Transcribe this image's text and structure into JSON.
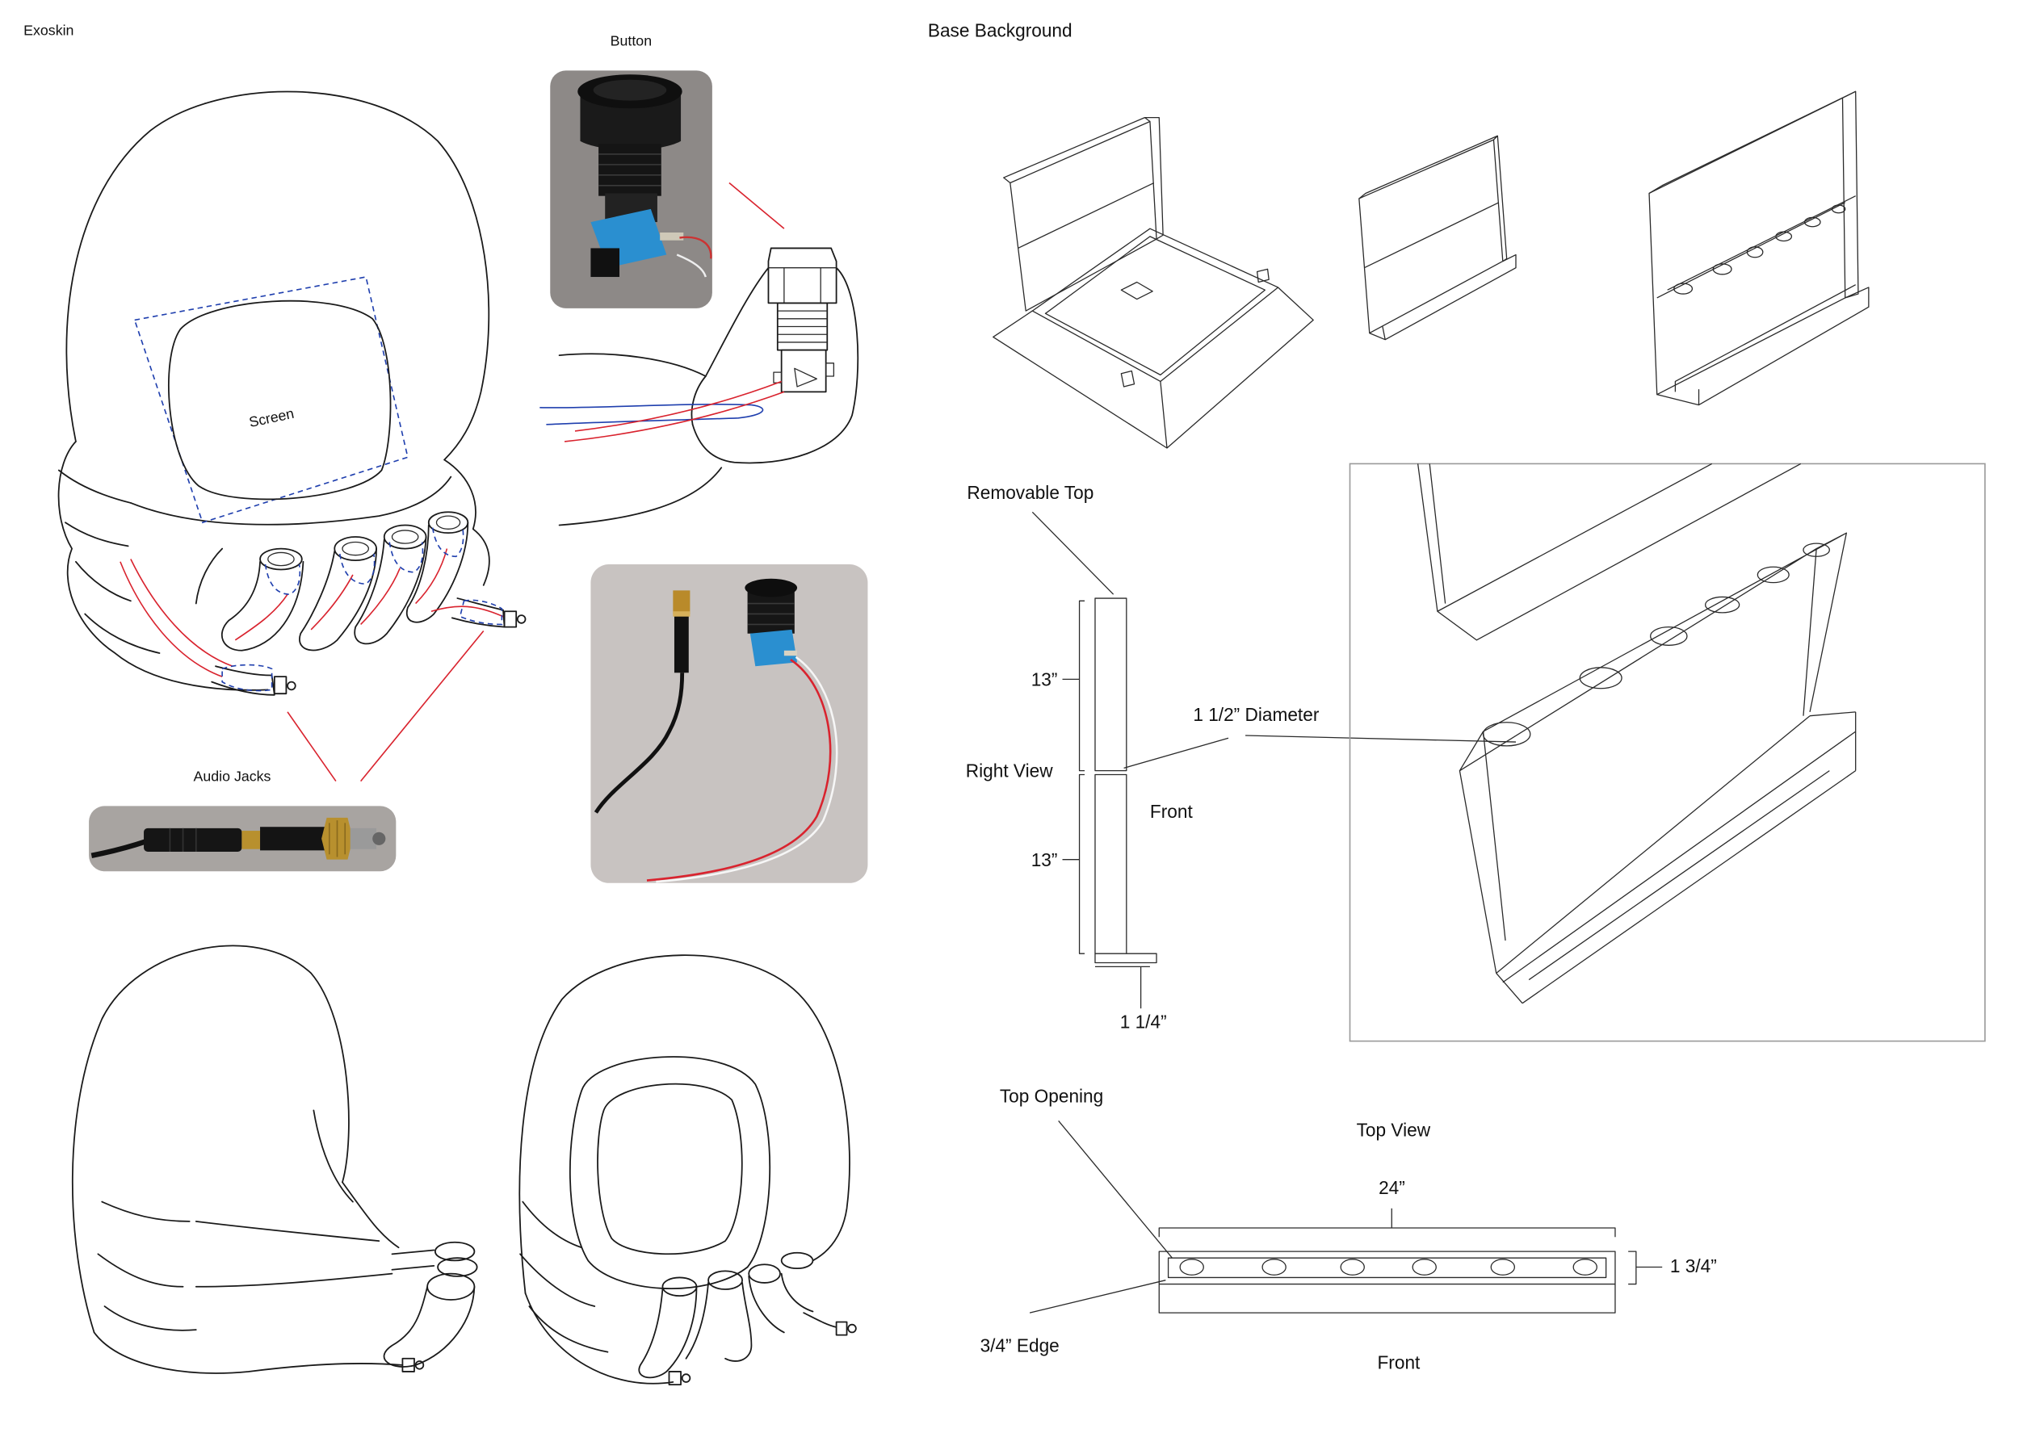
{
  "exoskin": {
    "title": "Exoskin",
    "screen_label": "Screen",
    "audio_jacks_label": "Audio Jacks"
  },
  "button": {
    "title": "Button"
  },
  "base_background": {
    "title": "Base Background",
    "right_view": {
      "removable_top": "Removable Top",
      "upper_height": "13”",
      "lower_height": "13”",
      "view_label": "Right View",
      "diameter": "1 1/2” Diameter",
      "front_label": "Front",
      "base_depth": "1 1/4”"
    },
    "top_view": {
      "top_opening": "Top Opening",
      "view_label": "Top View",
      "width": "24”",
      "depth": "1 3/4”",
      "edge": "3/4” Edge",
      "front_label": "Front"
    }
  },
  "colors": {
    "sketch_red": "#d9232e",
    "sketch_blue": "#1f3fae",
    "switch_blue": "#2a8fd0",
    "photo_gray": "#8d8987"
  }
}
